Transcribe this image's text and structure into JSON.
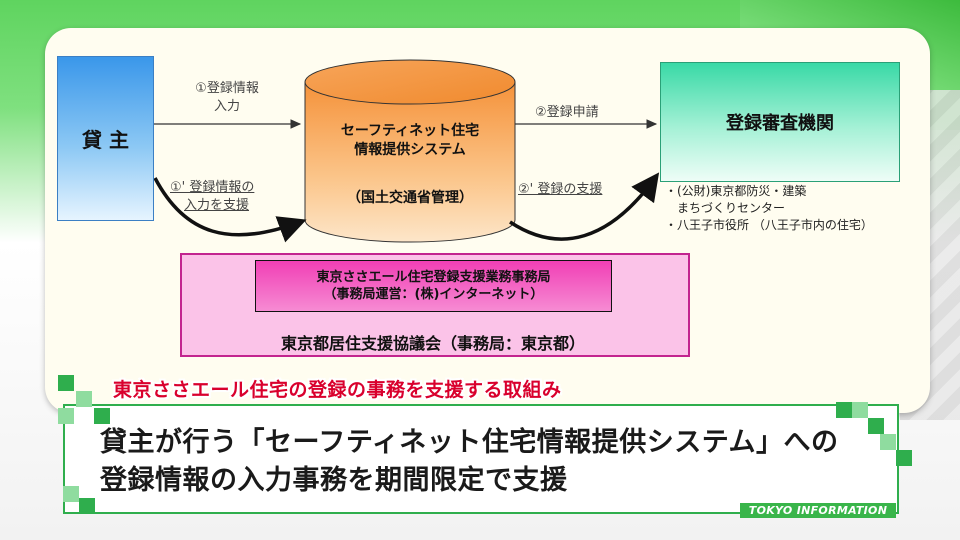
{
  "diagram": {
    "lender": "貸 主",
    "system_line1": "セーフティネット住宅",
    "system_line2": "情報提供システム",
    "system_manager": "（国土交通省管理）",
    "agency": "登録審査機関",
    "agency_note1": "・(公財)東京都防災・建築",
    "agency_note2": "　まちづくりセンター",
    "agency_note3": "・八王子市役所 （八王子市内の住宅）",
    "arrow1_line1": "①登録情報",
    "arrow1_line2": "入力",
    "arrow1b_line1": "①' 登録情報の",
    "arrow1b_line2": "入力を支援",
    "arrow2": "②登録申請",
    "arrow2b": "②' 登録の支援",
    "secretariat_line1": "東京ささエール住宅登録支援業務事務局",
    "secretariat_line2": "（事務局運営：(株)インターネット）",
    "council": "東京都居住支援協議会（事務局：東京都）"
  },
  "caption": {
    "tag": "東京ささエール住宅の登録の事務を支援する取組み",
    "line1": "貸主が行う「セーフティネット住宅情報提供システム」への",
    "line2": "登録情報の入力事務を期間限定で支援"
  },
  "footer": "TOKYO INFORMATION",
  "colors": {
    "caption_tag": "#d9002d",
    "accent_green": "#2fae4d",
    "cylinder": "#f7a14a"
  }
}
